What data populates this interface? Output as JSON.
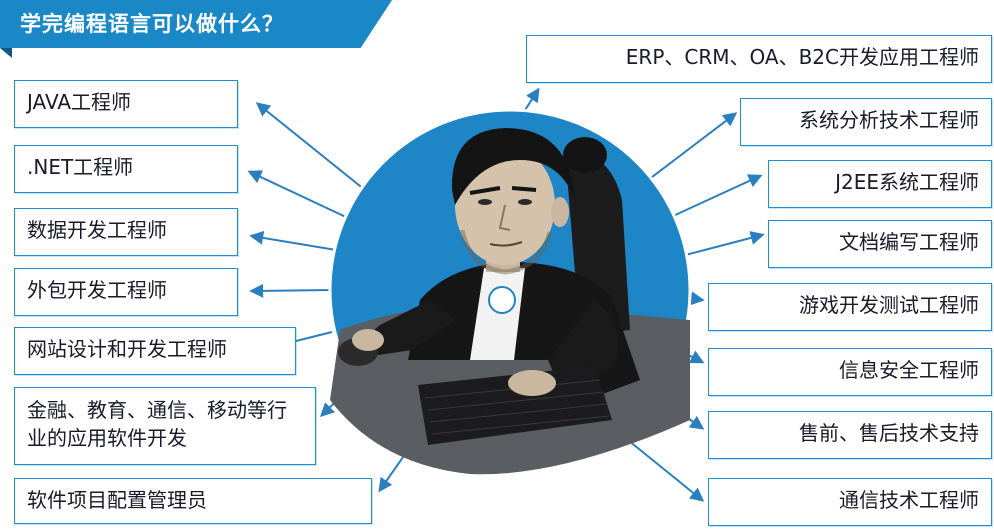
{
  "banner": {
    "title": "学完编程语言可以做什么？"
  },
  "left_roles": [
    "JAVA工程师",
    ".NET工程师",
    "数据开发工程师",
    "外包开发工程师",
    "网站设计和开发工程师",
    "金融、教育、通信、移动等行业的应用软件开发",
    "软件项目配置管理员"
  ],
  "right_roles": [
    "ERP、CRM、OA、B2C开发应用工程师",
    "系统分析技术工程师",
    "J2EE系统工程师",
    "文档编写工程师",
    "游戏开发测试工程师",
    "信息安全工程师",
    "售前、售后技术支持",
    "通信技术工程师"
  ],
  "colors": {
    "accent": "#1a87c7",
    "circle": "#1e86c6",
    "box_border": "#1d8fd0",
    "arrow": "#2a7fc0"
  },
  "illustration": "programmer-at-keyboard"
}
